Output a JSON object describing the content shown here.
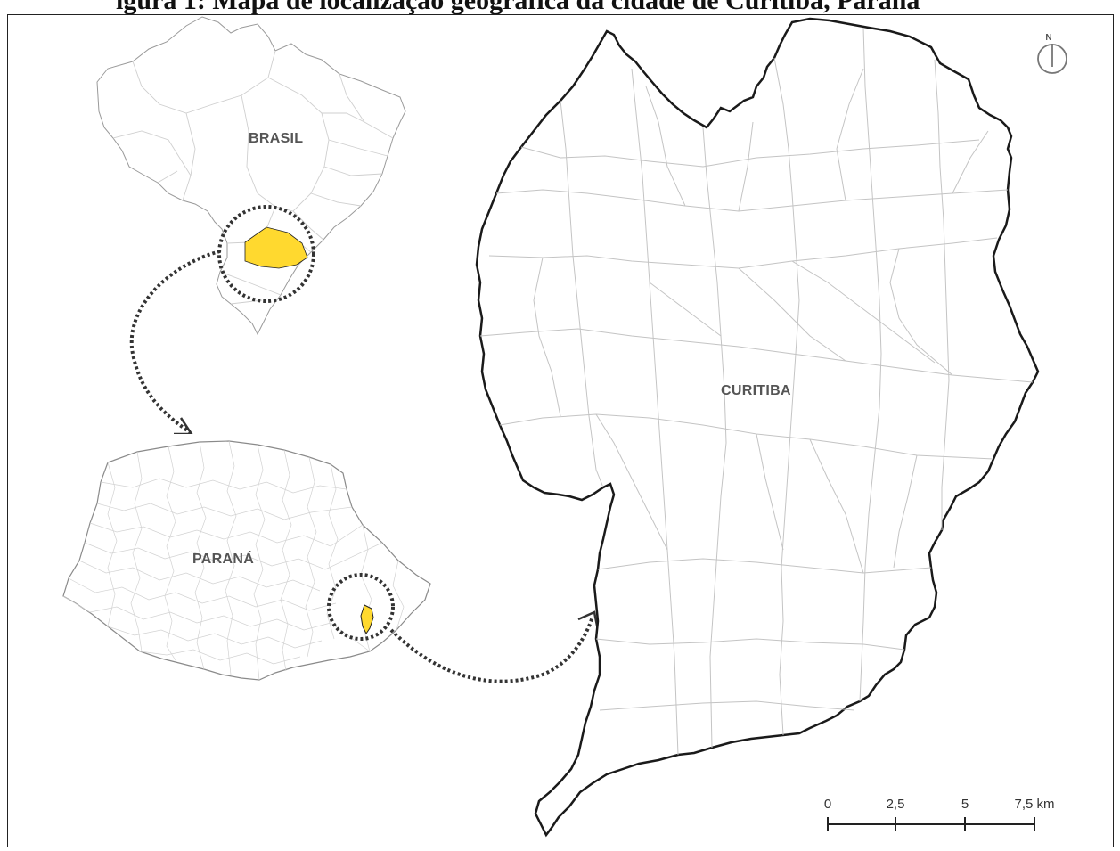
{
  "title": "igura 1: Mapa de localização geográfica da cidade de Curitiba, Paraná",
  "labels": {
    "brasil": "BRASIL",
    "parana": "PARANÁ",
    "curitiba": "CURITIBA",
    "north": "N"
  },
  "scale_bar": {
    "ticks": [
      "0",
      "2,5",
      "5",
      "7,5 km"
    ]
  },
  "colors": {
    "highlight": "#FFD92F",
    "boundary": "#1a1a1a",
    "division": "#bdbdbd",
    "label": "#555555"
  }
}
